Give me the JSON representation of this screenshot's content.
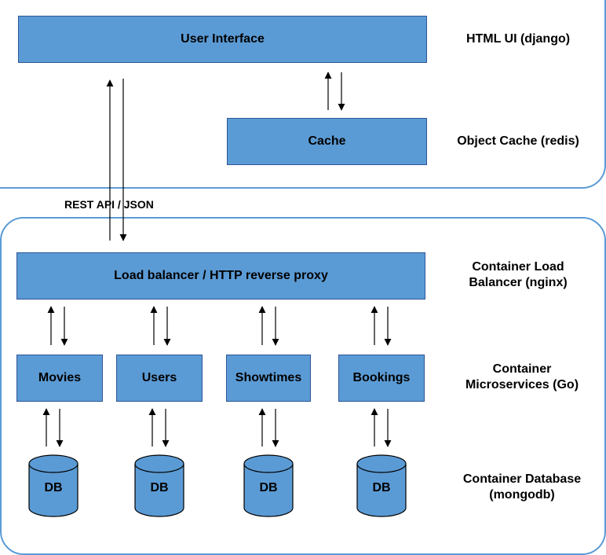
{
  "layers": {
    "ui": {
      "box": "User Interface",
      "side": "HTML UI (django)"
    },
    "cache": {
      "box": "Cache",
      "side": "Object Cache (redis)"
    },
    "api_label": "REST API / JSON",
    "lb": {
      "box": "Load balancer / HTTP reverse proxy",
      "side_line1": "Container Load",
      "side_line2": "Balancer (nginx)"
    },
    "services": {
      "items": [
        "Movies",
        "Users",
        "Showtimes",
        "Bookings"
      ],
      "side_line1": "Container",
      "side_line2": "Microservices (Go)"
    },
    "databases": {
      "items": [
        "DB",
        "DB",
        "DB",
        "DB"
      ],
      "side_line1": "Container Database",
      "side_line2": "(mongodb)"
    }
  },
  "colors": {
    "box_fill": "#5b9bd5",
    "box_border": "#2f5597",
    "frame": "#5b9bd5",
    "text": "#000000"
  }
}
